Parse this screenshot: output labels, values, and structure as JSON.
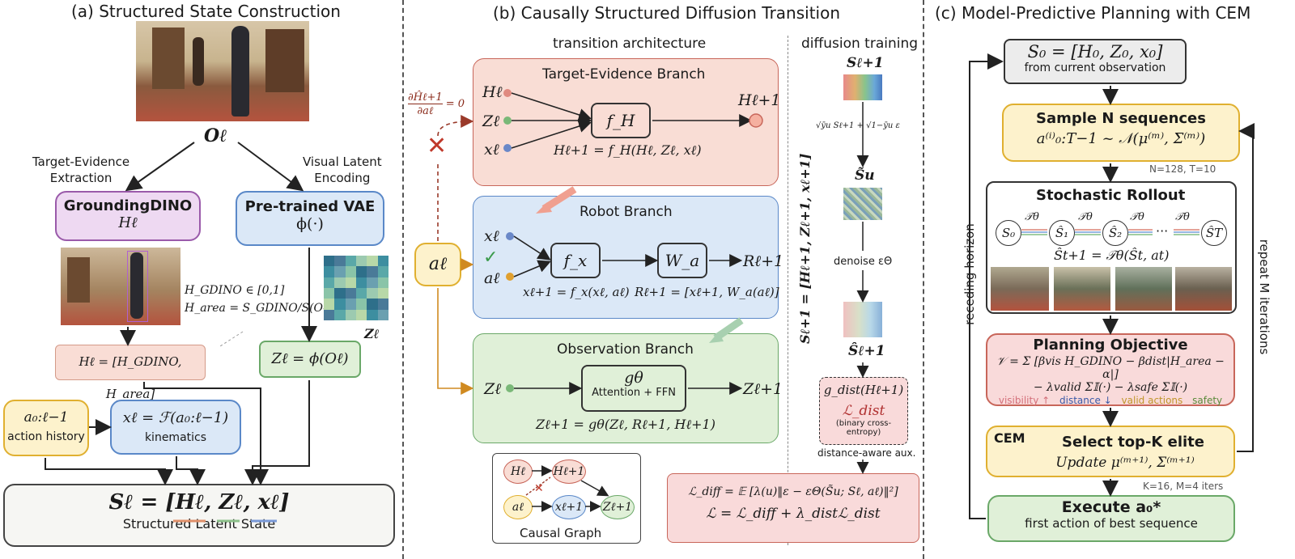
{
  "panels": {
    "a_title": "(a) Structured State Construction",
    "b_title": "(b) Causally Structured Diffusion Transition",
    "c_title": "(c) Model-Predictive Planning with CEM"
  },
  "panel_a": {
    "obs_label": "Oℓ",
    "left_branch_label_1": "Target-Evidence",
    "left_branch_label_2": "Extraction",
    "right_branch_label_1": "Visual Latent",
    "right_branch_label_2": "Encoding",
    "grounding_title": "GroundingDINO",
    "grounding_sub": "Hℓ",
    "vae_title": "Pre-trained VAE",
    "vae_sub": "ϕ(·)",
    "hgdino_eq": "H_GDINO ∈ [0,1]",
    "harea_eq": "H_area = S_GDINO/S(Oℓ)",
    "z_grid_label": "Zℓ",
    "h_def": "Hℓ = [H_GDINO, H_area]",
    "z_def": "Zℓ = ϕ(Oℓ)",
    "action_sym": "a₀:ℓ−1",
    "action_label": "action history",
    "kin_eq": "xℓ = ℱ(a₀:ℓ−1)",
    "kin_label": "kinematics",
    "state_eq": "Sℓ = [Hℓ, Zℓ, xℓ]",
    "state_label": "Structured Latent State"
  },
  "panel_b": {
    "arch_label": "transition architecture",
    "diff_label": "diffusion training",
    "grad_eq_num": "∂Ĥℓ+1",
    "grad_eq_den": "∂aℓ",
    "grad_eq_rhs": "= 0",
    "target_title": "Target-Evidence Branch",
    "target_in_h": "Hℓ",
    "target_in_z": "Zℓ",
    "target_in_x": "xℓ",
    "target_fn": "f_H",
    "target_out": "Hℓ+1",
    "target_eq": "Hℓ+1 = f_H(Hℓ, Zℓ, xℓ)",
    "robot_title": "Robot Branch",
    "robot_in_x": "xℓ",
    "robot_in_a": "aℓ",
    "robot_fx": "f_x",
    "robot_wa": "W_a",
    "robot_out": "Rℓ+1",
    "robot_eq1": "xℓ+1 = f_x(xℓ, aℓ)",
    "robot_eq2": "Rℓ+1 = [xℓ+1, W_a(aℓ)]",
    "a_node": "aℓ",
    "obs_title": "Observation Branch",
    "obs_in": "Zℓ",
    "obs_fn": "gθ",
    "obs_fn_sub": "Attention + FFN",
    "obs_out": "Zℓ+1",
    "obs_eq": "Zℓ+1 = gθ(Zℓ, Rℓ+1, Hℓ+1)",
    "graph_label": "Causal Graph",
    "graph_nodes": [
      "Hℓ",
      "Hℓ+1",
      "aℓ",
      "xℓ+1",
      "Zℓ+1"
    ],
    "diff_s_top": "Sℓ+1",
    "diff_noise_eq": "√ȳu Sℓ+1 + √1−ȳu ε",
    "diff_s_tilde": "S̃u",
    "diff_denoise": "denoise εΘ",
    "diff_s_hat": "Ŝℓ+1",
    "diff_vertical": "Sℓ+1 = [Hℓ+1, Zℓ+1, xℓ+1]",
    "gdist": "g_dist(Hℓ+1)",
    "ldist": "ℒ_dist",
    "bce": "(binary cross-entropy)",
    "aux": "distance-aware aux.",
    "loss1": "ℒ_diff = 𝔼 [λ(u)‖ε − εΘ(S̃u; Sℓ, aℓ)‖²]",
    "loss2": "ℒ = ℒ_diff + λ_distℒ_dist"
  },
  "panel_c": {
    "s0_eq": "S₀ = [H₀, Z₀, x₀]",
    "s0_label": "from current observation",
    "sample_title": "Sample N sequences",
    "sample_eq": "a⁽ⁱ⁾₀:T−1 ~ 𝒩(μ⁽ᵐ⁾, Σ⁽ᵐ⁾)",
    "nt": "N=128, T=10",
    "rollout_title": "Stochastic Rollout",
    "rollout_nodes": [
      "S₀",
      "Ŝ₁",
      "Ŝ₂",
      "ŜT"
    ],
    "rollout_op": "𝒯θ",
    "rollout_dots": "···",
    "rollout_eq": "Ŝt+1 = 𝒯θ(Ŝt, at)",
    "obj_title": "Planning Objective",
    "obj_eq1": "𝒱 = Σ [βvis H_GDINO − βdist|H_area − α|]",
    "obj_eq2": "− λvalid Σ𝕀(·) − λsafe Σ𝕀(·)",
    "obj_tags": [
      "visibility ↑",
      "distance ↓",
      "valid actions",
      "safety"
    ],
    "obj_tag_colors": [
      "#d4707a",
      "#3a5aa8",
      "#c0962a",
      "#5a8a3a"
    ],
    "cem_label": "CEM",
    "cem_title": "Select top-K elite",
    "cem_eq": "Update μ⁽ᵐ⁺¹⁾, Σ⁽ᵐ⁺¹⁾",
    "km": "K=16, M=4 iters",
    "exec_title": "Execute a₀*",
    "exec_label": "first action of best sequence",
    "left_loop": "receding horizon",
    "right_loop": "repeat M iterations"
  },
  "colors": {
    "pink_fill": "#f9ddd5",
    "pink_border": "#c8665a",
    "blue_fill": "#dbe8f7",
    "blue_border": "#5a88c8",
    "green_fill": "#e0f0d8",
    "green_border": "#6aa868",
    "yellow_fill": "#fdf2cc",
    "yellow_border": "#e0b030",
    "purple_fill": "#eed9f2",
    "purple_border": "#9a5aaa",
    "grey_fill": "#ececec",
    "red_cross": "#c0392b",
    "orange_arrow": "#d08a20"
  }
}
